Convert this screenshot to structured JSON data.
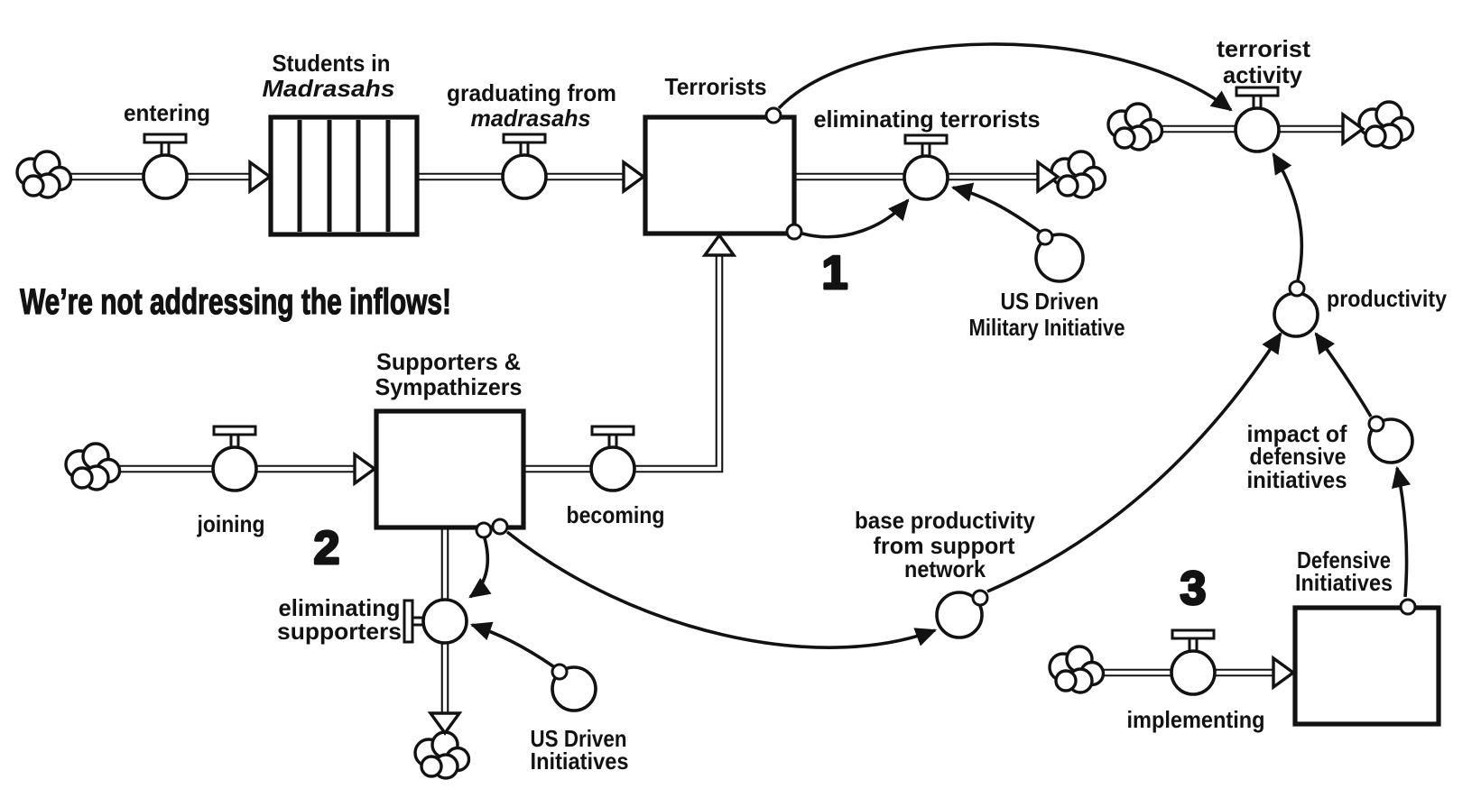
{
  "diagram": {
    "background": "#ffffff",
    "ink_color": "#121212",
    "callout": "We’re not addressing the inflows!",
    "loops": {
      "one": "1",
      "two": "2",
      "three": "3"
    },
    "stocks": {
      "students": {
        "line1": "Students in",
        "line2": "Madrasahs",
        "type": "conveyor"
      },
      "terrorists": {
        "label": "Terrorists"
      },
      "supporters": {
        "line1": "Supporters &",
        "line2": "Sympathizers"
      },
      "defensive": {
        "line1": "Defensive",
        "line2": "Initiatives"
      }
    },
    "flows": {
      "entering": "entering",
      "graduating_line1": "graduating from",
      "graduating_line2": "madrasahs",
      "eliminating_terrorists": "eliminating terrorists",
      "terrorist_activity_line1": "terrorist",
      "terrorist_activity_line2": "activity",
      "joining": "joining",
      "becoming": "becoming",
      "eliminating_supporters_line1": "eliminating",
      "eliminating_supporters_line2": "supporters",
      "implementing": "implementing"
    },
    "converters": {
      "us_military_line1": "US Driven",
      "us_military_line2": "Military Initiative",
      "us_initiatives_line1": "US Driven",
      "us_initiatives_line2": "Initiatives",
      "productivity": "productivity",
      "base_line1": "base productivity",
      "base_line2": "from support",
      "base_line3": "network",
      "impact_line1": "impact of",
      "impact_line2": "defensive",
      "impact_line3": "initiatives"
    }
  }
}
